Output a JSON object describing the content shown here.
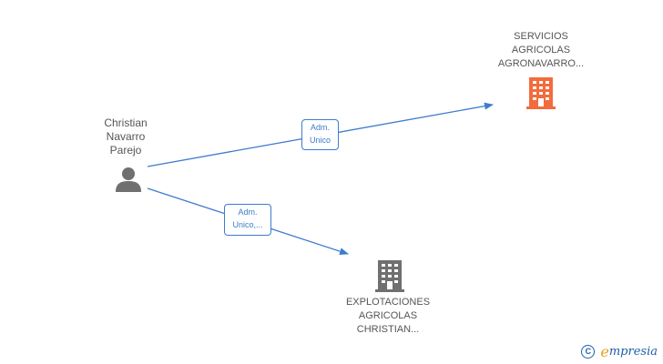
{
  "person": {
    "name_lines": [
      "Christian",
      "Navarro",
      "Parejo"
    ],
    "icon": "person-icon",
    "color": "#707070"
  },
  "companies": [
    {
      "name_lines": [
        "SERVICIOS",
        "AGRICOLAS",
        "AGRONAVARRO..."
      ],
      "icon": "building-icon",
      "color": "#f26c3d"
    },
    {
      "name_lines": [
        "EXPLOTACIONES",
        "AGRICOLAS",
        "CHRISTIAN..."
      ],
      "icon": "building-icon",
      "color": "#707070"
    }
  ],
  "edges": [
    {
      "from": "person",
      "to": "company-0",
      "label_lines": [
        "Adm.",
        "Unico"
      ]
    },
    {
      "from": "person",
      "to": "company-1",
      "label_lines": [
        "Adm.",
        "Unico,..."
      ]
    }
  ],
  "edge_color": "#3d7ccc",
  "brand": {
    "copyright_symbol": "C",
    "first_letter": "e",
    "rest": "mpresia",
    "color": "#1d5fa8",
    "accent": "#e8a020"
  }
}
